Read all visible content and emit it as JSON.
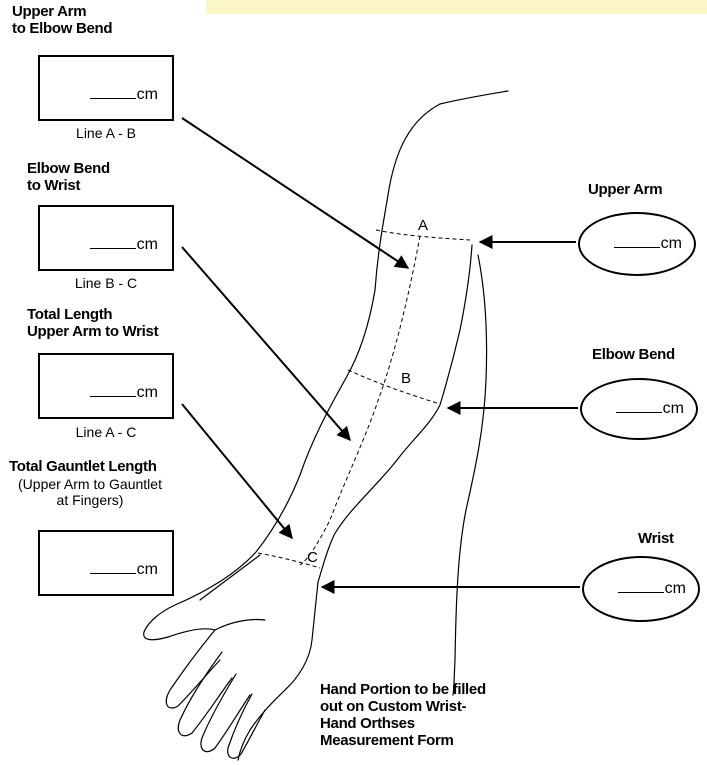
{
  "left_fields": [
    {
      "title_lines": [
        "Upper Arm",
        "to Elbow Bend"
      ],
      "unit": "cm",
      "caption": "Line A - B"
    },
    {
      "title_lines": [
        "Elbow Bend",
        "to Wrist"
      ],
      "unit": "cm",
      "caption": "Line B - C"
    },
    {
      "title_lines": [
        "Total Length",
        "Upper Arm to Wrist"
      ],
      "unit": "cm",
      "caption": "Line A - C"
    },
    {
      "title_lines": [
        "Total Gauntlet Length"
      ],
      "sub_lines": [
        "(Upper Arm to Gauntlet",
        "at Fingers)"
      ],
      "unit": "cm"
    }
  ],
  "right_fields": [
    {
      "title": "Upper Arm",
      "unit": "cm"
    },
    {
      "title": "Elbow Bend",
      "unit": "cm"
    },
    {
      "title": "Wrist",
      "unit": "cm"
    }
  ],
  "points": [
    "A",
    "B",
    "C"
  ],
  "hand_note_lines": [
    "Hand Portion to be filled",
    "out on Custom Wrist-",
    "Hand Orthses",
    "Measurement Form"
  ],
  "colors": {
    "highlight": "#fbf6c8",
    "ink": "#000000"
  }
}
